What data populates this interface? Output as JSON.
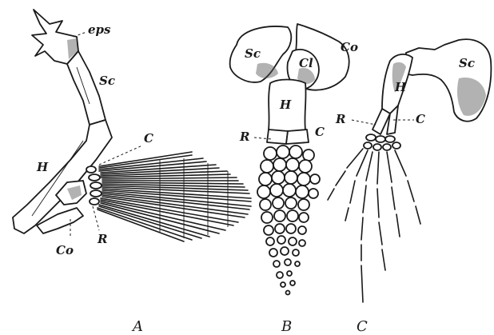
{
  "figure": {
    "panel_a": {
      "caption": "A",
      "labels": {
        "eps": "eps",
        "sc": "Sc",
        "c": "C",
        "h": "H",
        "co": "Co",
        "r": "R"
      }
    },
    "panel_b": {
      "caption": "B",
      "labels": {
        "sc": "Sc",
        "co": "Co",
        "cl": "Cl",
        "h": "H",
        "r": "R",
        "c": "C"
      }
    },
    "panel_c": {
      "caption": "C",
      "labels": {
        "sc": "Sc",
        "h": "H",
        "r": "R",
        "c": "C"
      }
    }
  }
}
